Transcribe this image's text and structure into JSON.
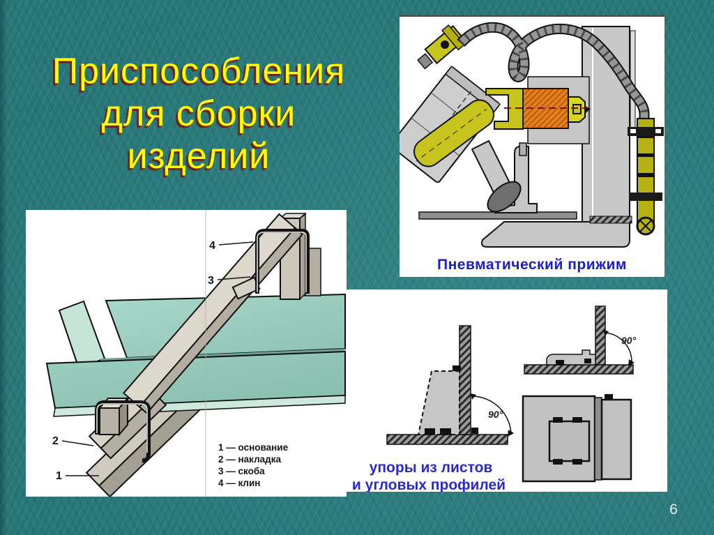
{
  "slide": {
    "page_number": "6",
    "colors": {
      "background": "#2a7e80",
      "title_text": "#ffff00",
      "title_shadow": "#6e2410",
      "caption_blue": "#1c1cc8",
      "panel_background": "#ffffff",
      "sheet_teal": "#9fd0c2",
      "machine_orange": "#e5801f",
      "machine_olive": "#c8c41e"
    },
    "title": {
      "line1": "Приспособления",
      "line2": "для сборки",
      "line3": "изделий"
    },
    "pneumatic_panel": {
      "caption": "Пневматический прижим"
    },
    "assembly_panel": {
      "label_1": "1",
      "label_2": "2",
      "label_3": "3",
      "label_4": "4",
      "legend_1": "1 — основание",
      "legend_2": "2 — накладка",
      "legend_3": "3 — скоба",
      "legend_4": "4 — клин"
    },
    "stops_panel": {
      "caption_line1": "упоры из листов",
      "caption_line2": "и угловых профилей",
      "angle_left": "90°",
      "angle_right": "90°"
    }
  }
}
